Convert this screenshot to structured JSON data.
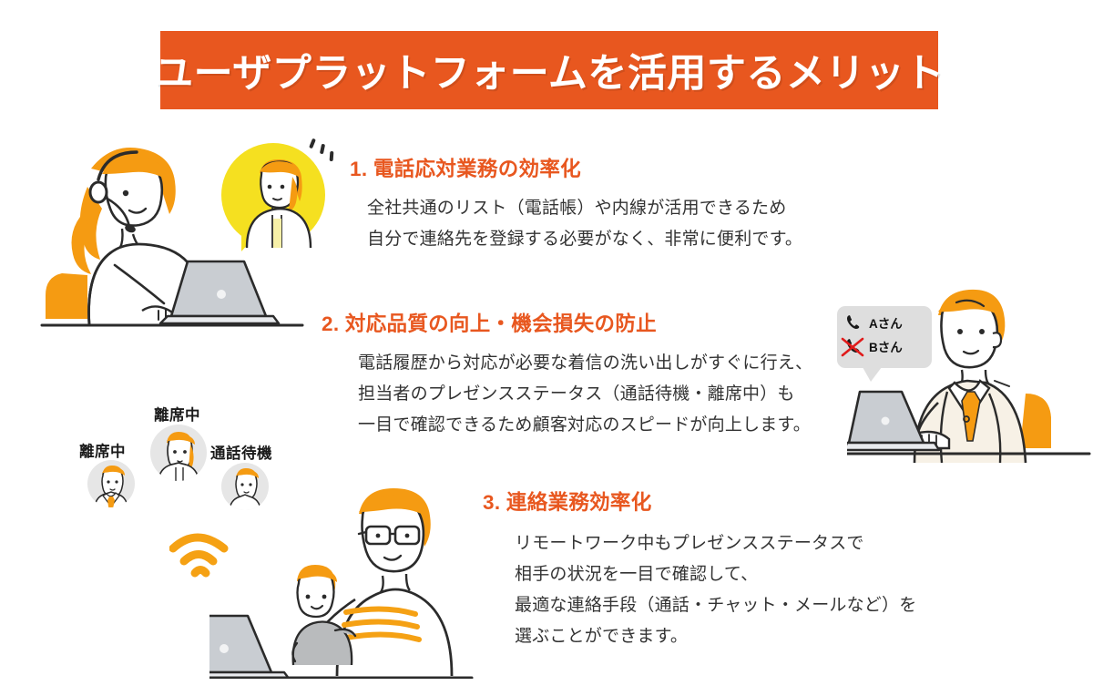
{
  "page": {
    "background_color": "#ffffff",
    "accent_color": "#E8571F",
    "yellow_color": "#F5E020",
    "amber_color": "#F5A114",
    "body_text_color": "#333333"
  },
  "title_banner": {
    "text": "ユーザプラットフォームを活用するメリット",
    "background_color": "#E8571F",
    "text_color": "#ffffff"
  },
  "sections": [
    {
      "number": "1.",
      "heading": "1. 電話応対業務の効率化",
      "body_lines": [
        "全社共通のリスト（電話帳）や内線が活用できるため",
        "自分で連絡先を登録する必要がなく、非常に便利です。"
      ]
    },
    {
      "number": "2.",
      "heading": "2. 対応品質の向上・機会損失の防止",
      "body_lines": [
        "電話履歴から対応が必要な着信の洗い出しがすぐに行え、",
        "担当者のプレゼンスステータス（通話待機・離席中）も",
        "一目で確認できるため顧客対応のスピードが向上します。"
      ]
    },
    {
      "number": "3.",
      "heading": "3. 連絡業務効率化",
      "body_lines": [
        "リモートワーク中もプレゼンスステータスで",
        "相手の状況を一目で確認して、",
        "最適な連絡手段（通話・チャット・メールなど）を",
        "選ぶことができます。"
      ]
    }
  ],
  "presence_avatars": [
    {
      "label": "離席中",
      "icon": "avatar-away-male"
    },
    {
      "label": "離席中",
      "icon": "avatar-away-female"
    },
    {
      "label": "通話待機",
      "icon": "avatar-available-male"
    }
  ],
  "call_bubble": {
    "rows": [
      {
        "icon": "phone-icon",
        "name": "Aさん",
        "state": "available"
      },
      {
        "icon": "phone-crossed-icon",
        "name": "Bさん",
        "state": "unavailable"
      }
    ]
  },
  "illustrations": [
    {
      "name": "operator-with-headset-illustration",
      "description": "コールセンター女性とノートPC"
    },
    {
      "name": "businessman-at-laptop-illustration",
      "description": "スーツの男性とノートPC"
    },
    {
      "name": "remote-worker-with-child-illustration",
      "description": "眼鏡の男性と子どもとノートPC"
    },
    {
      "name": "wifi-icon",
      "description": "Wi-Fi 電波アイコン"
    }
  ]
}
